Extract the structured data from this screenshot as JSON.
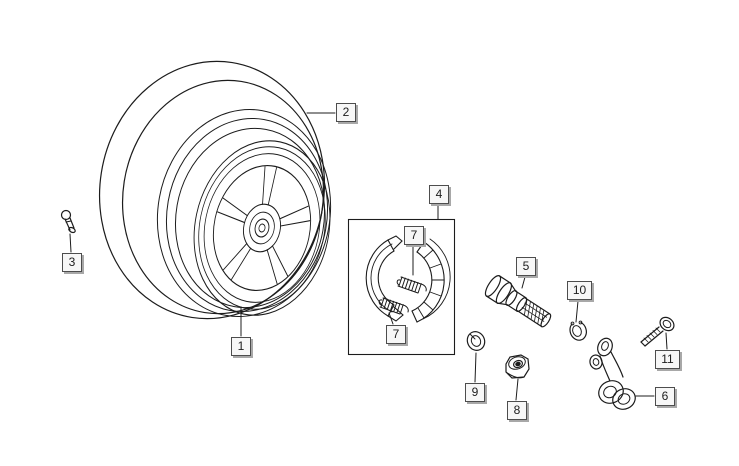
{
  "figure": {
    "type": "exploded-parts-diagram",
    "subject": "rear-wheel-assembly",
    "background_color": "#ffffff",
    "line_color": "#1c1c1c",
    "callout_box": {
      "fill": "#f7f7f7",
      "border_color": "#4d4d4d",
      "shadow_color": "#a8a8a8",
      "text_color": "#1c1c1c"
    },
    "callouts": [
      {
        "label": "1",
        "part": "wheel-rim"
      },
      {
        "label": "2",
        "part": "tyre"
      },
      {
        "label": "3",
        "part": "tyre-valve"
      },
      {
        "label": "4",
        "part": "brake-shoe-kit"
      },
      {
        "label": "5",
        "part": "wheel-axle"
      },
      {
        "label": "6",
        "part": "torque-link"
      },
      {
        "label": "7",
        "part": "brake-shoe-spring-upper"
      },
      {
        "label": "7",
        "part": "brake-shoe-spring-lower"
      },
      {
        "label": "8",
        "part": "flange-nut"
      },
      {
        "label": "9",
        "part": "spring-washer"
      },
      {
        "label": "10",
        "part": "circlip"
      },
      {
        "label": "11",
        "part": "bolt"
      }
    ]
  }
}
